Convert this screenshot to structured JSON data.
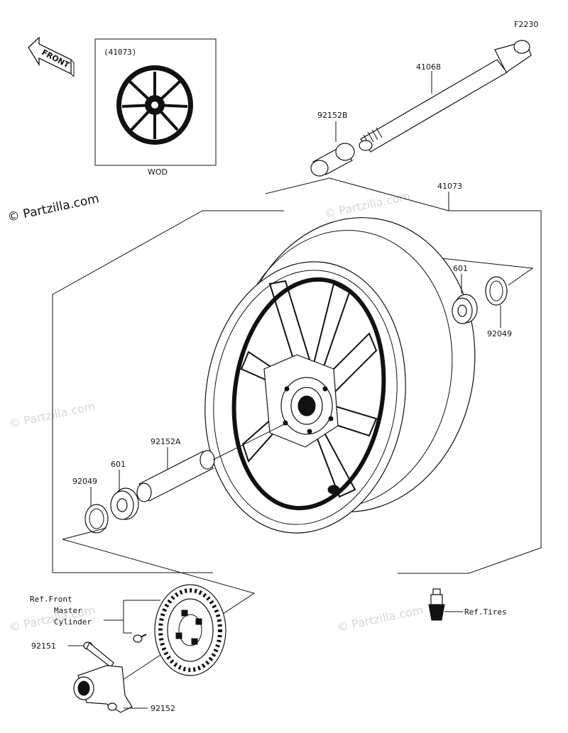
{
  "diagram_code": "F2230",
  "logo_text": "© Partzilla.com",
  "watermark": "© Partzilla.com",
  "front_arrow_label": "FRONT",
  "inset": {
    "part_no": "(41073)",
    "caption": "WOD"
  },
  "callouts": {
    "axle": "41068",
    "collar_b": "92152B",
    "wheel_assy": "41073",
    "bearing_right": "601",
    "seal_right": "92049",
    "collar_a": "92152A",
    "bearing_left": "601",
    "seal_left": "92049",
    "ref_master_line1": "Ref.Front",
    "ref_master_line2": "Master",
    "ref_master_line3": "Cylinder",
    "bolt": "92151",
    "sensor_collar": "92152",
    "ref_tires": "Ref.Tires"
  }
}
